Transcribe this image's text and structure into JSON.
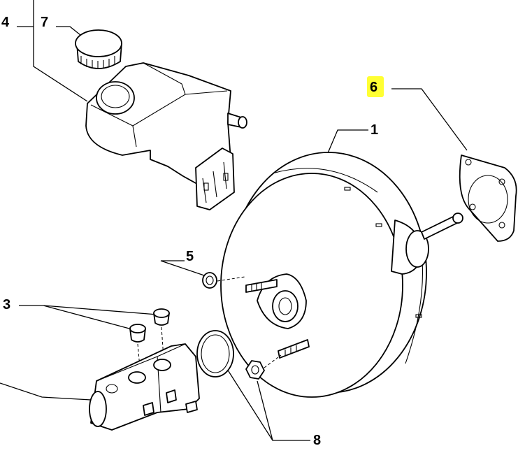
{
  "highlight_color": "#ffff33",
  "callouts": {
    "c1": "1",
    "c3": "3",
    "c4": "4",
    "c5": "5",
    "c6": "6",
    "c7": "7",
    "c8": "8"
  }
}
